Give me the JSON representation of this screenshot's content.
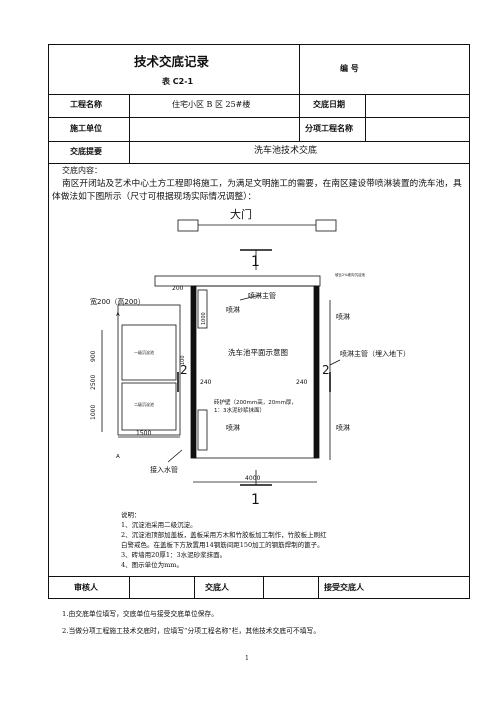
{
  "header": {
    "title": "技术交底记录",
    "form_code": "表 C2-1",
    "number_label": "编  号"
  },
  "rows": {
    "project_name_label": "工程名称",
    "project_name_value": "住宅小区 B 区 25#楼",
    "date_label": "交底日期",
    "contractor_label": "施工单位",
    "subitem_label": "分项工程名称",
    "summary_label": "交底提要",
    "summary_value": "洗车池技术交底"
  },
  "content": {
    "label": "交底内容：",
    "paragraph": "南区开闭站及艺术中心土方工程即将施工，为满足文明施工的需要，在南区建设带喷淋装置的洗车池，具体做法如下图所示（尺寸可根据现场实际情况调整）："
  },
  "drawing": {
    "gate": "大门",
    "section_1": "1",
    "section_2": "2",
    "spray_main": "喷淋主管",
    "spray": "喷淋",
    "spray_main_buried": "喷淋主管（埋入地下）",
    "width_label": "宽200（高200）",
    "plan_title": "洗车池平面示意图",
    "wall_note_1": "砖护壁（200mm高，20mm厚，",
    "wall_note_2": "1：3水泥砂浆抹面）",
    "water_inlet": "接入水管",
    "top_note": "坡比2%坡向沉淀池",
    "tank_1": "一级沉淀池",
    "tank_2": "二级沉淀池",
    "dim_200": "200",
    "dim_240": "240",
    "dim_4000": "4000",
    "dim_2500": "2500",
    "dim_1000": "1000",
    "dim_900": "900",
    "dim_1500": "1500",
    "mark_A": "A",
    "dim_1000b": "1000",
    "dim_100": "100"
  },
  "notes": {
    "title": "说明：",
    "items": [
      "1、沉淀池采用二级沉淀。",
      "2、沉淀池顶部加盖板，盖板采用方木和竹胶板加工制作，竹胶板上刷红",
      "白警戒色。在盖板下方放置用14钢筋间距150加工的钢筋焊制的篦子。",
      "3、砖墙用20厚1：3水泥砂浆抹面。",
      "4、图示单位为mm。"
    ]
  },
  "sign": {
    "reviewer": "审核人",
    "discloser": "交底人",
    "receiver": "接受交底人"
  },
  "footnotes": [
    "1.由交底单位填写，交底单位与接受交底单位保存。",
    "2.当做分项工程施工技术交底时，应填写“分项工程名称”栏，其他技术交底可不填写。"
  ],
  "page_number": "1"
}
